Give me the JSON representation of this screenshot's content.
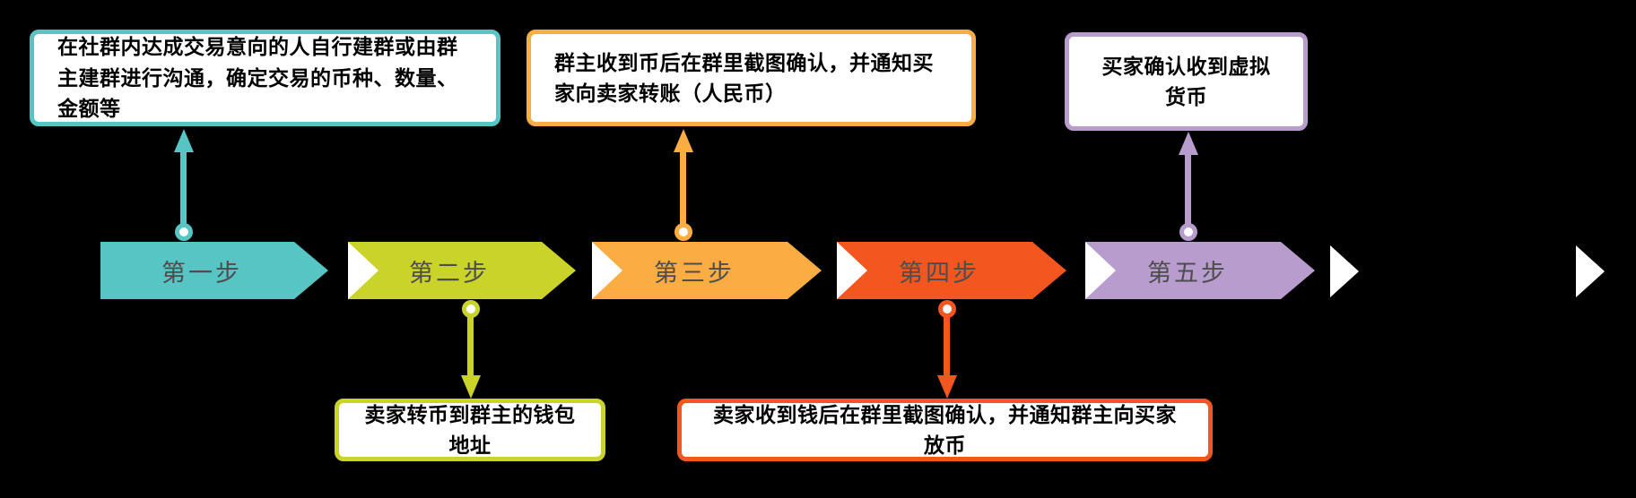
{
  "diagram": {
    "type": "flowchart",
    "title": "P2P virtual-currency group trade steps",
    "colors": {
      "background": "#000000",
      "callout_bg": "#FFFFFF",
      "callout_text": "#000000",
      "banner_text": "#4D4D4D",
      "separator": "#FFFFFF"
    },
    "steps": [
      {
        "label": "第一步",
        "color": "#56C5C3",
        "callout_position": "top",
        "callout_text": "在社群内达成交易意向的人自行建群或由群主建群进行沟通，确定交易的币种、数量、金额等"
      },
      {
        "label": "第二步",
        "color": "#CAD32A",
        "callout_position": "bottom",
        "callout_text": "卖家转币到群主的钱包地址"
      },
      {
        "label": "第三步",
        "color": "#FBAD44",
        "callout_position": "top",
        "callout_text": "群主收到币后在群里截图确认，并通知买家向卖家转账（人民币）"
      },
      {
        "label": "第四步",
        "color": "#F4561F",
        "callout_position": "bottom",
        "callout_text": "卖家收到钱后在群里截图确认，并通知群主向买家放币"
      },
      {
        "label": "第五步",
        "color": "#B89CCE",
        "callout_position": "top",
        "callout_text": "买家确认收到虚拟货币"
      }
    ]
  }
}
